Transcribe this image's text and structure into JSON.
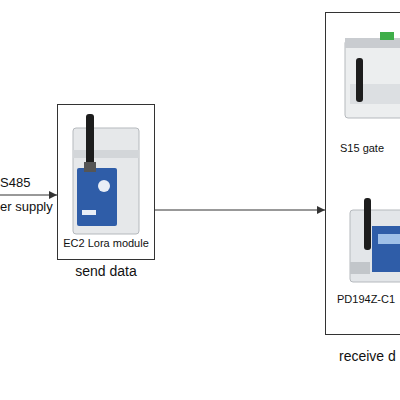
{
  "diagram": {
    "nodes": [
      {
        "text": [
          "EC2 Lora module",
          "send data"
        ]
      },
      {
        "text": [
          "receive d"
        ]
      }
    ],
    "edges": [
      {
        "from": 0,
        "to": 1,
        "arrow": "to"
      }
    ],
    "labels": [
      "S485",
      "er supply",
      "S15 gate",
      "PD194Z-C1"
    ]
  }
}
